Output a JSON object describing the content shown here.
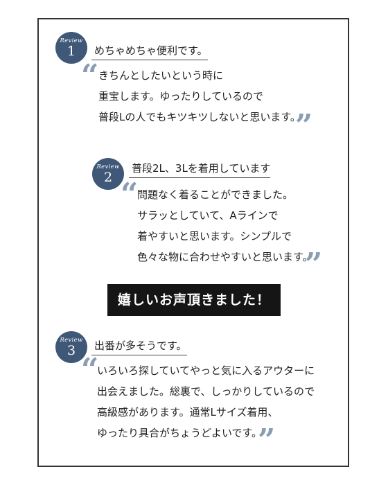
{
  "reviews": [
    {
      "badge_word": "Review",
      "number": "1",
      "title": "めちゃめちゃ便利です。",
      "lines": [
        "きちんとしたいという時に",
        "重宝します。ゆったりしているので",
        "普段Lの人でもキツキツしないと思います。"
      ]
    },
    {
      "badge_word": "Review",
      "number": "2",
      "title": "普段2L、3Lを着用しています",
      "lines": [
        "問題なく着ることができました。",
        "サラッとしていて、Aラインで",
        "着やすいと思います。シンプルで",
        "色々な物に合わせやすいと思います。"
      ]
    },
    {
      "badge_word": "Review",
      "number": "3",
      "title": "出番が多そうです。",
      "lines": [
        "いろいろ探していてやっと気に入るアウターに",
        "出会えました。総裏で、しっかりしているので",
        "高級感があります。通常Lサイズ着用、",
        "ゆったり具合がちょうどよいです。"
      ]
    }
  ],
  "banner": "嬉しいお声頂きました！",
  "quote_marks": {
    "open": "“",
    "close": "”"
  },
  "colors": {
    "badge": "#3f5878",
    "quote": "#8a9db3",
    "banner_bg": "#151515",
    "frame": "#333333"
  }
}
